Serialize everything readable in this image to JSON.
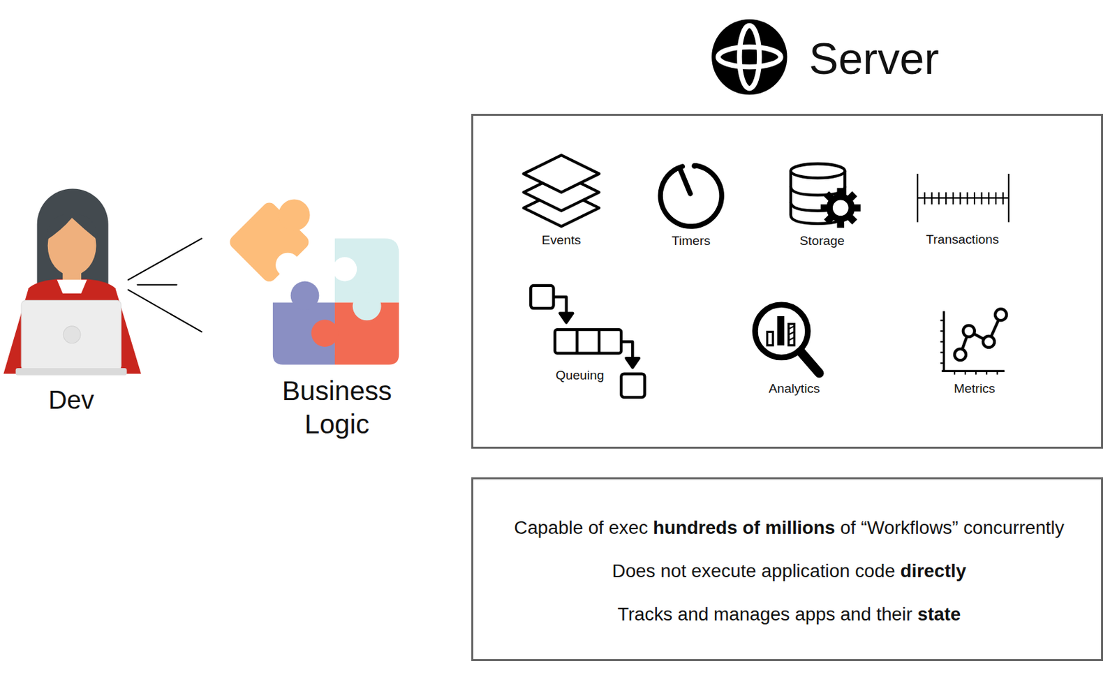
{
  "diagram": {
    "nodes": [
      {
        "text": [
          "Server"
        ]
      },
      {
        "text": [
          "Capable of exec hundreds of millions of “Workflows” concurrently",
          "Does not execute application code directly",
          "Tracks and manages apps and their state"
        ]
      }
    ],
    "labels": [
      "Dev",
      "Business Logic",
      "Events",
      "Timers",
      "Storage",
      "Transactions",
      "Queuing",
      "Analytics",
      "Metrics"
    ]
  }
}
